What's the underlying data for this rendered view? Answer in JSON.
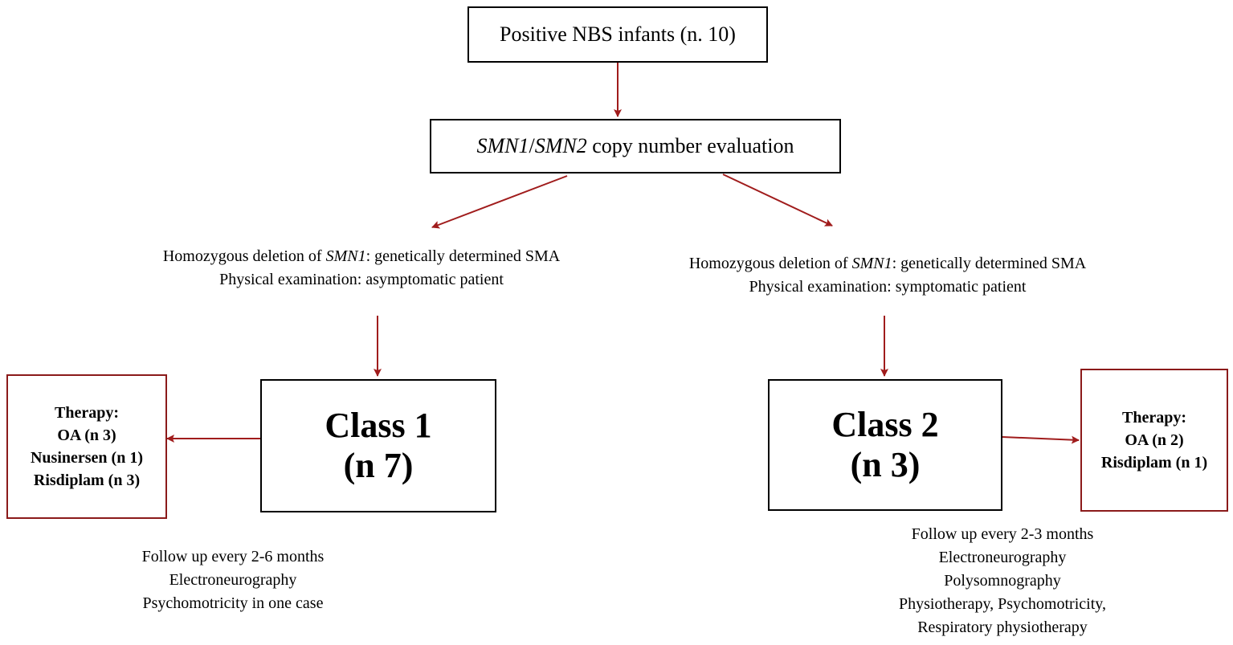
{
  "top_box": {
    "text": "Positive NBS infants (n. 10)"
  },
  "eval_box": {
    "gene1": "SMN1",
    "slash": "/",
    "gene2": "SMN2",
    "rest": " copy number evaluation"
  },
  "left_branch": {
    "line1_pre": "Homozygous deletion of ",
    "line1_gene": "SMN1",
    "line1_post": ": genetically  determined SMA",
    "line2": "Physical examination:  asymptomatic patient"
  },
  "right_branch": {
    "line1_pre": "Homozygous deletion of ",
    "line1_gene": "SMN1",
    "line1_post": ": genetically  determined SMA",
    "line2": "Physical examination:  symptomatic patient"
  },
  "class1": {
    "title": "Class 1",
    "count": "(n 7)"
  },
  "class2": {
    "title": "Class 2",
    "count": "(n 3)"
  },
  "therapy_left": {
    "title": "Therapy:",
    "items": [
      "OA (n 3)",
      "Nusinersen (n 1)",
      "Risdiplam (n 3)"
    ]
  },
  "therapy_right": {
    "title": "Therapy:",
    "items": [
      "OA (n 2)",
      "Risdiplam (n 1)"
    ]
  },
  "followup_left": [
    "Follow up every 2-6 months",
    "Electroneurography",
    "Psychomotricity in one case"
  ],
  "followup_right": [
    "Follow up every 2-3 months",
    "Electroneurography",
    "Polysomnography",
    "Physiotherapy, Psychomotricity,",
    "Respiratory physiotherapy"
  ],
  "colors": {
    "arrow": "#a01c1c",
    "box_border": "#000000",
    "therapy_border": "#8b1a1a"
  }
}
